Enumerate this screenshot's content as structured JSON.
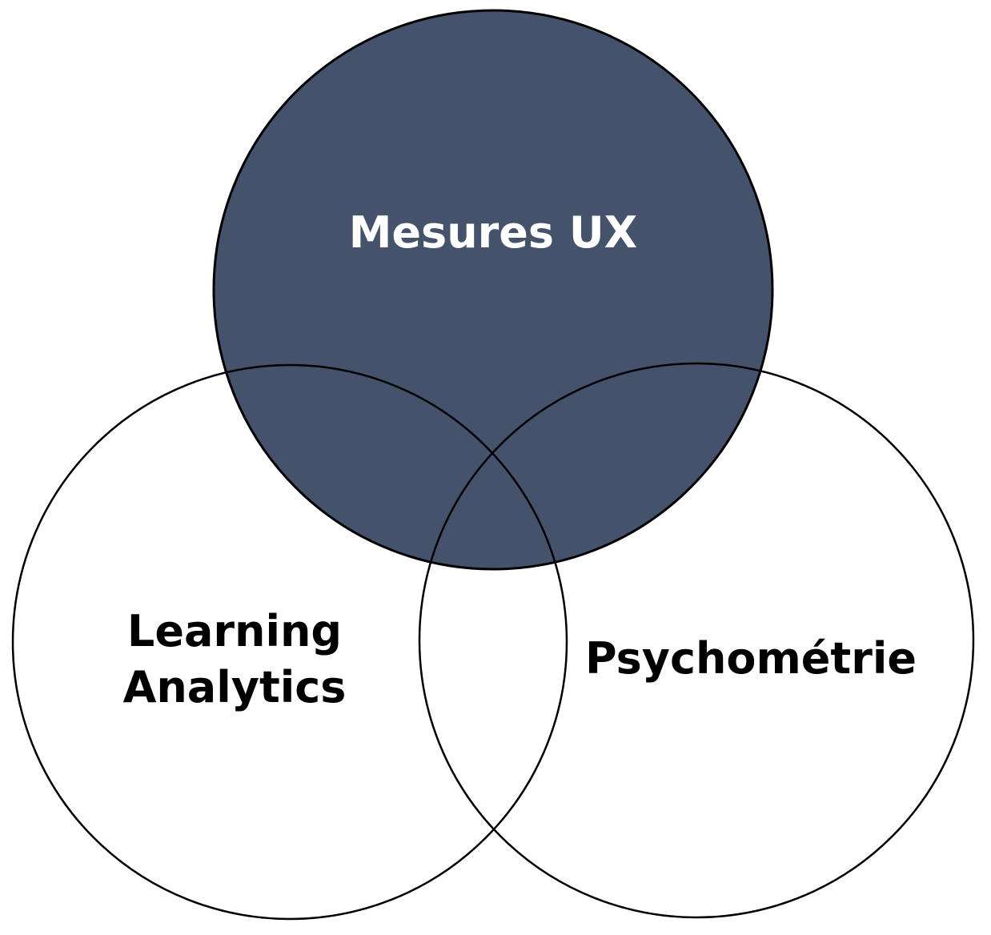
{
  "diagram": {
    "type": "venn",
    "background_color": "#FFFFFF",
    "outline_color": "#000000",
    "sets": [
      {
        "label": "Mesures UX",
        "position": "top",
        "filled": true,
        "fill_color": "#45526B",
        "text_color": "#FFFFFF"
      },
      {
        "label": "Learning Analytics",
        "position": "bottom-left",
        "filled": false,
        "fill_color": "none",
        "text_color": "#000000"
      },
      {
        "label": "Psychométrie",
        "position": "bottom-right",
        "filled": false,
        "fill_color": "none",
        "text_color": "#000000"
      }
    ]
  }
}
